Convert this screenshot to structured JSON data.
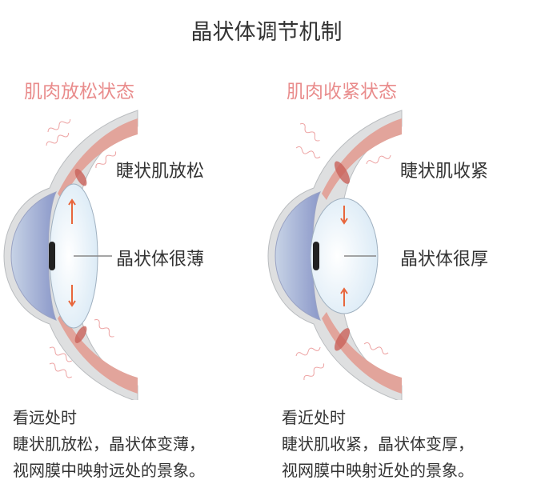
{
  "title": "晶状体调节机制",
  "panels": [
    {
      "state": "肌肉放松状态",
      "muscle_label": "睫状肌放松",
      "lens_label": "晶状体很薄",
      "caption_title": "看远处时",
      "caption_line1": "睫状肌放松，晶状体变薄，",
      "caption_line2": "视网膜中映射远处的景象。"
    },
    {
      "state": "肌肉收紧状态",
      "muscle_label": "睫状肌收紧",
      "lens_label": "晶状体很厚",
      "caption_title": "看近处时",
      "caption_line1": "睫状肌收紧，晶状体变厚，",
      "caption_line2": "视网膜中映射近处的景象。"
    }
  ],
  "colors": {
    "accent": "#e98c8c",
    "arrow": "#e8663c",
    "muscle": "#e2a49b",
    "sclera": "#dedfe0",
    "lens": "#dcebf6"
  }
}
